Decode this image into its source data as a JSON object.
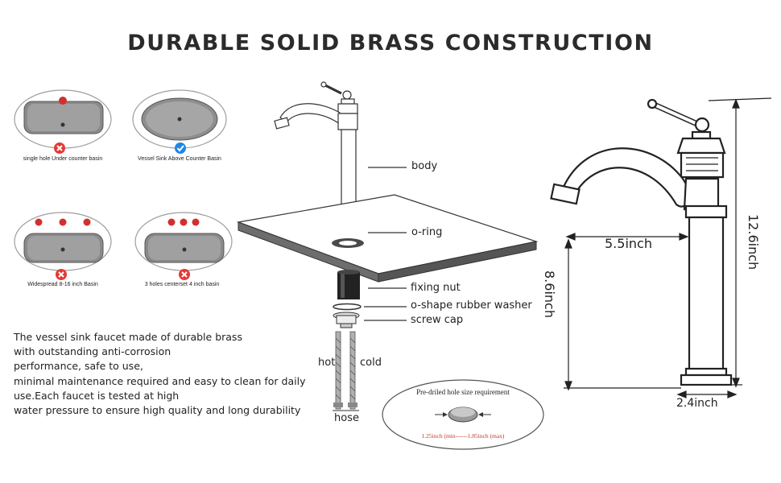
{
  "title": "DURABLE SOLID BRASS CONSTRUCTION",
  "basins": [
    {
      "caption": "single hole Under counter basin",
      "holes": 1,
      "status": "incompatible"
    },
    {
      "caption": "Vessel Sink Above Counter Basin",
      "holes": 1,
      "status": "compatible"
    },
    {
      "caption": "Widespread 8-16 inch Basin",
      "holes": 3,
      "status": "incompatible"
    },
    {
      "caption": "3 holes centerset 4 inch basin",
      "holes": 3,
      "status": "incompatible"
    }
  ],
  "description_lines": [
    "The vessel sink faucet made of durable brass",
    "with outstanding anti-corrosion",
    "performance, safe to use,",
    "minimal maintenance required and easy to clean for daily",
    "use.Each faucet is tested at high",
    "water pressure to ensure high quality and long durability"
  ],
  "parts": {
    "body": "body",
    "o_ring": "o-ring",
    "fixing_nut": "fixing nut",
    "washer": "o-shape rubber washer",
    "screw_cap": "screw cap",
    "hot": "hot",
    "cold": "cold",
    "hose": "hose"
  },
  "hole_requirement": {
    "title": "Pre-driled hole size requirement",
    "range": "1.25inch (min------1.85inch (max)"
  },
  "dimensions": {
    "spout_reach": "5.5inch",
    "total_height": "12.6inch",
    "body_height": "8.6inch",
    "base_diameter": "2.4inch"
  },
  "colors": {
    "incompatible": "#e53935",
    "compatible": "#1e88e5",
    "hole_dot": "#d32f2f",
    "basin_fill": "#8a8a8a",
    "countertop": "#6d6d6d"
  }
}
